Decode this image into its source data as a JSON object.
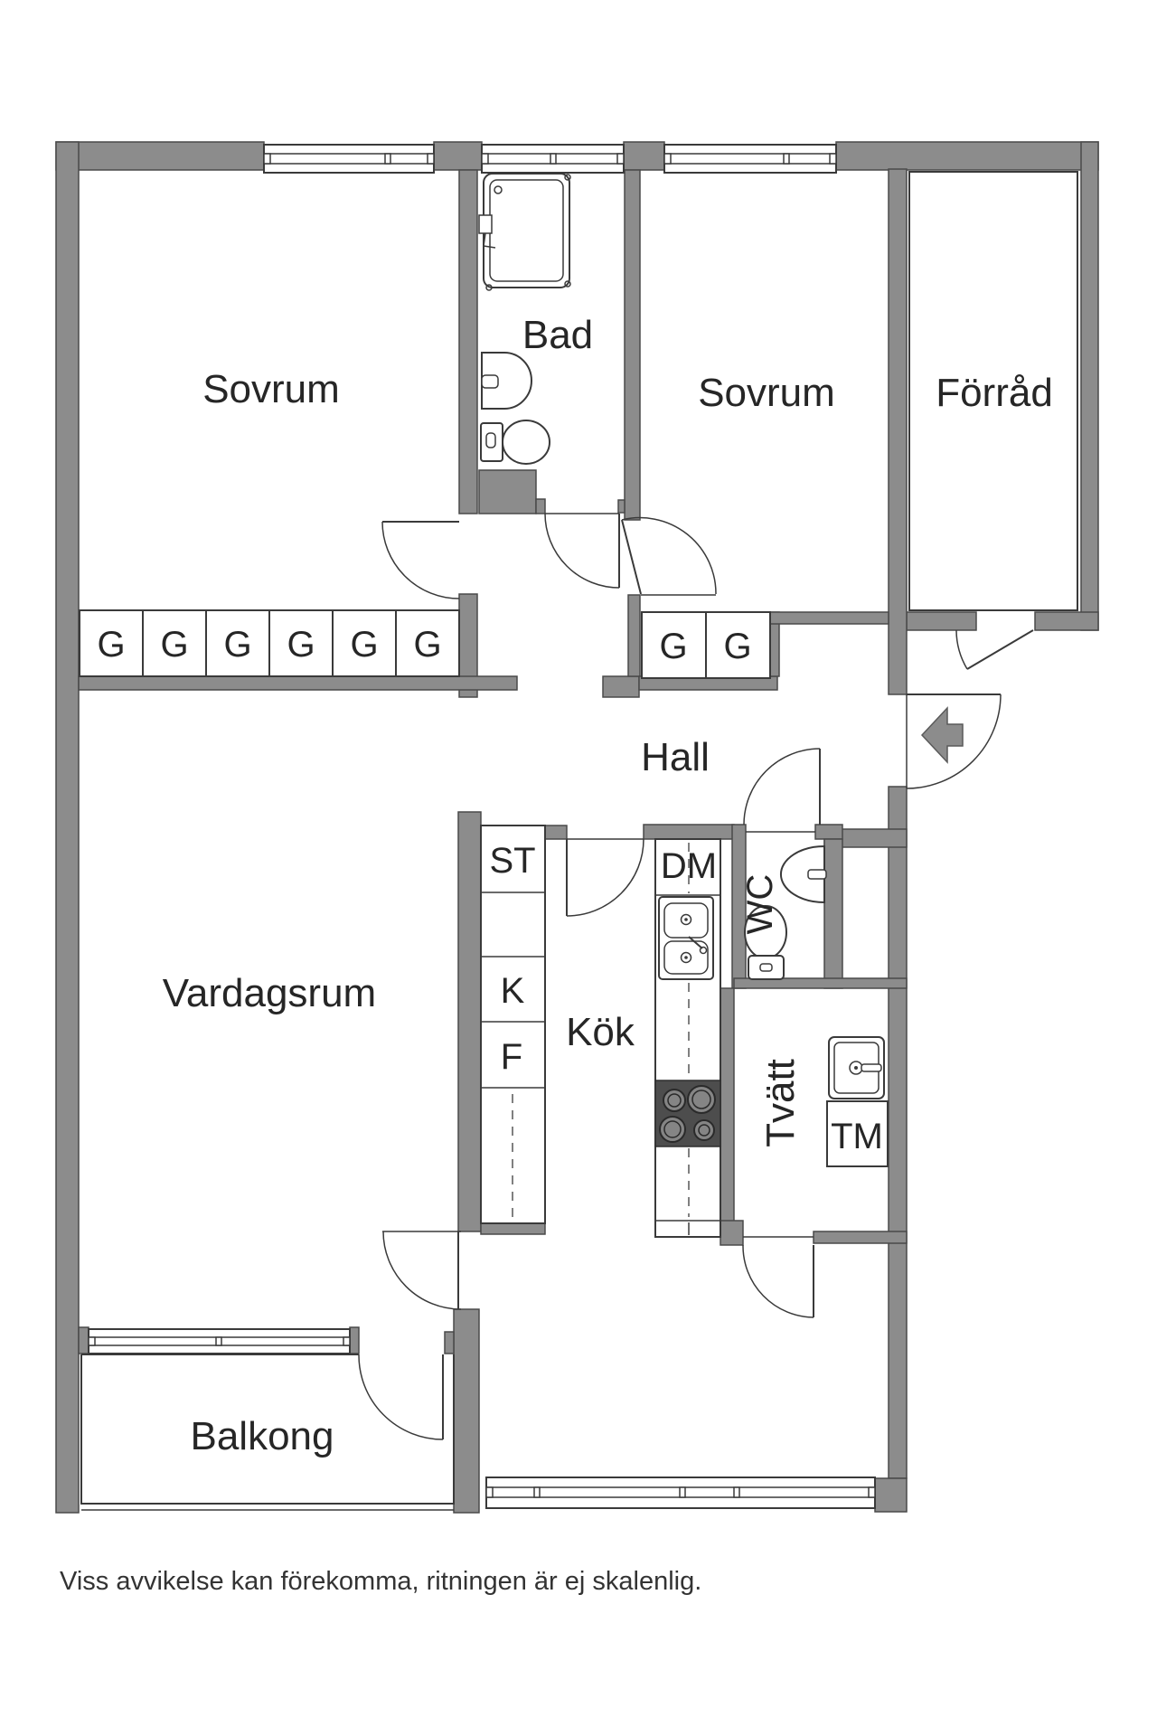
{
  "colors": {
    "wall": "#8C8C8C",
    "wall_stroke": "#4A4A4A",
    "line": "#3A3A3A",
    "text": "#262626",
    "stove": "#4D4D4D",
    "background": "#FFFFFF"
  },
  "labels": {
    "rooms": {
      "sovrum1": "Sovrum",
      "bad": "Bad",
      "sovrum2": "Sovrum",
      "forrad": "Förråd",
      "hall": "Hall",
      "vardagsrum": "Vardagsrum",
      "kok": "Kök",
      "balkong": "Balkong"
    },
    "storage": {
      "g": "G",
      "st": "ST",
      "k": "K",
      "f": "F"
    },
    "fixtures": {
      "dm": "DM",
      "wc": "WC",
      "tvatt": "Tvätt",
      "tm": "TM"
    }
  },
  "entry": {
    "direction": "left"
  },
  "footer": {
    "disclaimer": "Viss avvikelse kan förekomma, ritningen är ej skalenlig."
  }
}
